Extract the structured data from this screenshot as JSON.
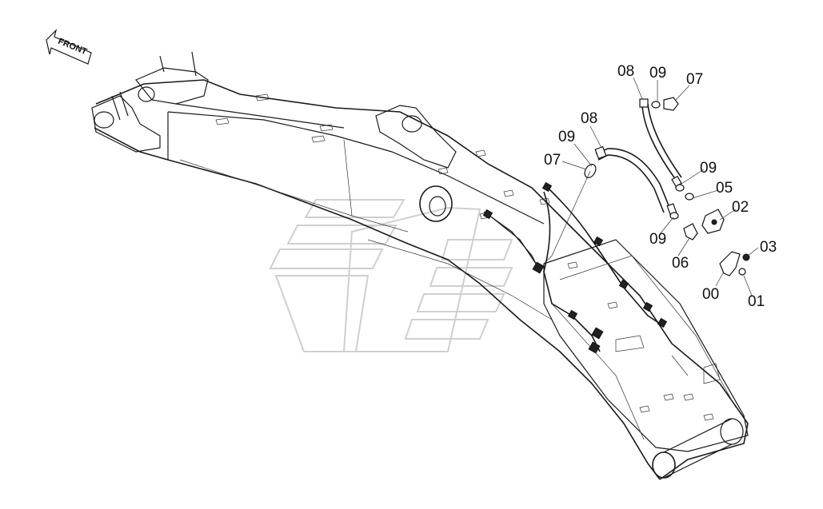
{
  "diagram": {
    "direction_label": "FRONT",
    "callouts": {
      "c08a": "08",
      "c09a": "09",
      "c07a": "07",
      "c08b": "08",
      "c09b": "09",
      "c07b": "07",
      "c09c": "09",
      "c05": "05",
      "c02": "02",
      "c09d": "09",
      "c06": "06",
      "c03": "03",
      "c00": "00",
      "c01": "01"
    }
  },
  "colors": {
    "line": "#1a1a1a",
    "watermark": "#cfcfcf",
    "background": "#ffffff"
  }
}
